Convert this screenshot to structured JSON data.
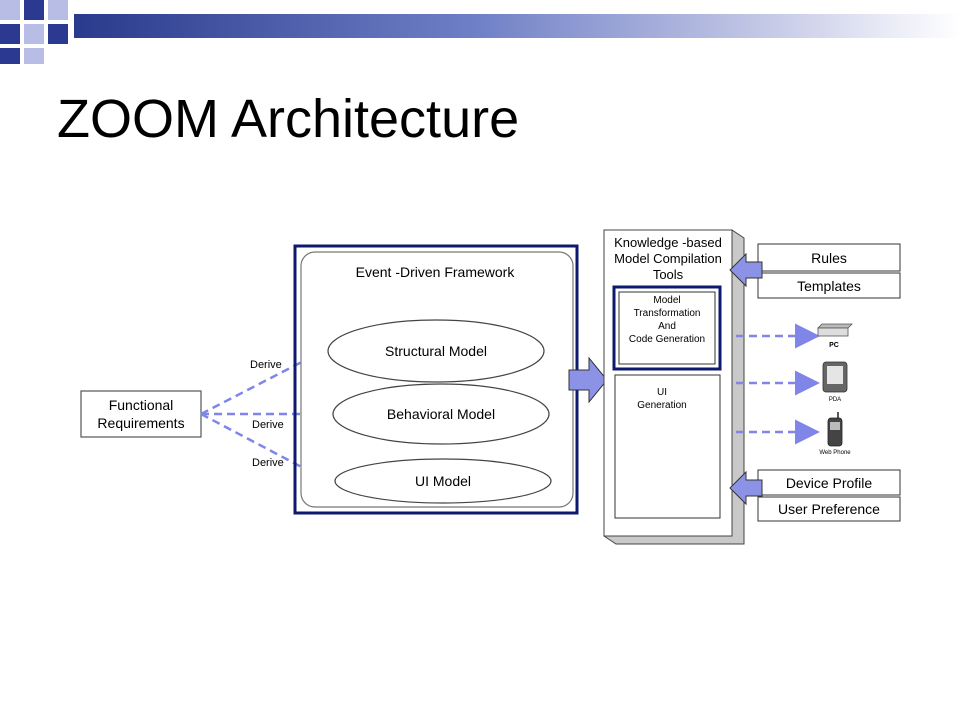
{
  "slide": {
    "title": "ZOOM Architecture"
  },
  "diagram": {
    "functional_requirements": [
      "Functional",
      "Requirements"
    ],
    "derive_label": "Derive",
    "framework_title": "Event -Driven Framework",
    "models": [
      "Structural Model",
      "Behavioral Model",
      "UI Model"
    ],
    "compilation_title": [
      "Knowledge -based",
      "Model Compilation",
      "Tools"
    ],
    "transformation": [
      "Model",
      "Transformation",
      "And",
      "Code Generation"
    ],
    "ui_generation": [
      "UI",
      "Generation"
    ],
    "inputs_top": [
      "Rules",
      "Templates"
    ],
    "inputs_bottom": [
      "Device Profile",
      "User Preference"
    ],
    "devices": [
      "PC",
      "PDA",
      "Web Phone"
    ]
  },
  "colors": {
    "header_dark": "#2a3a8c",
    "square_dark": "#2b3990",
    "square_light": "#b8bde6",
    "highlight_border": "#0d1a6e",
    "arrow_fill": "#8c93e6",
    "dashed_arrow": "#7f86e8"
  }
}
